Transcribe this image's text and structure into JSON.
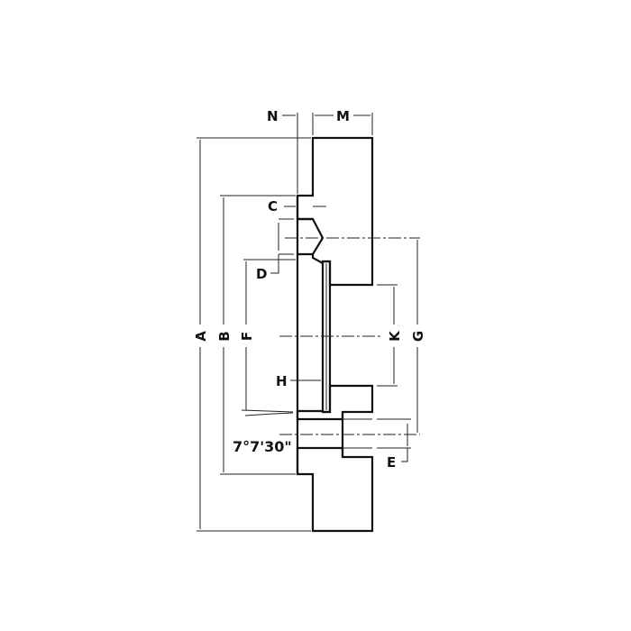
{
  "drawing": {
    "labels": {
      "A": "A",
      "B": "B",
      "C": "C",
      "D": "D",
      "E": "E",
      "F": "F",
      "G": "G",
      "H": "H",
      "K": "K",
      "M": "M",
      "N": "N"
    },
    "angle": "7°7'30\"",
    "colors": {
      "line": "#111111",
      "background": "#ffffff"
    }
  }
}
